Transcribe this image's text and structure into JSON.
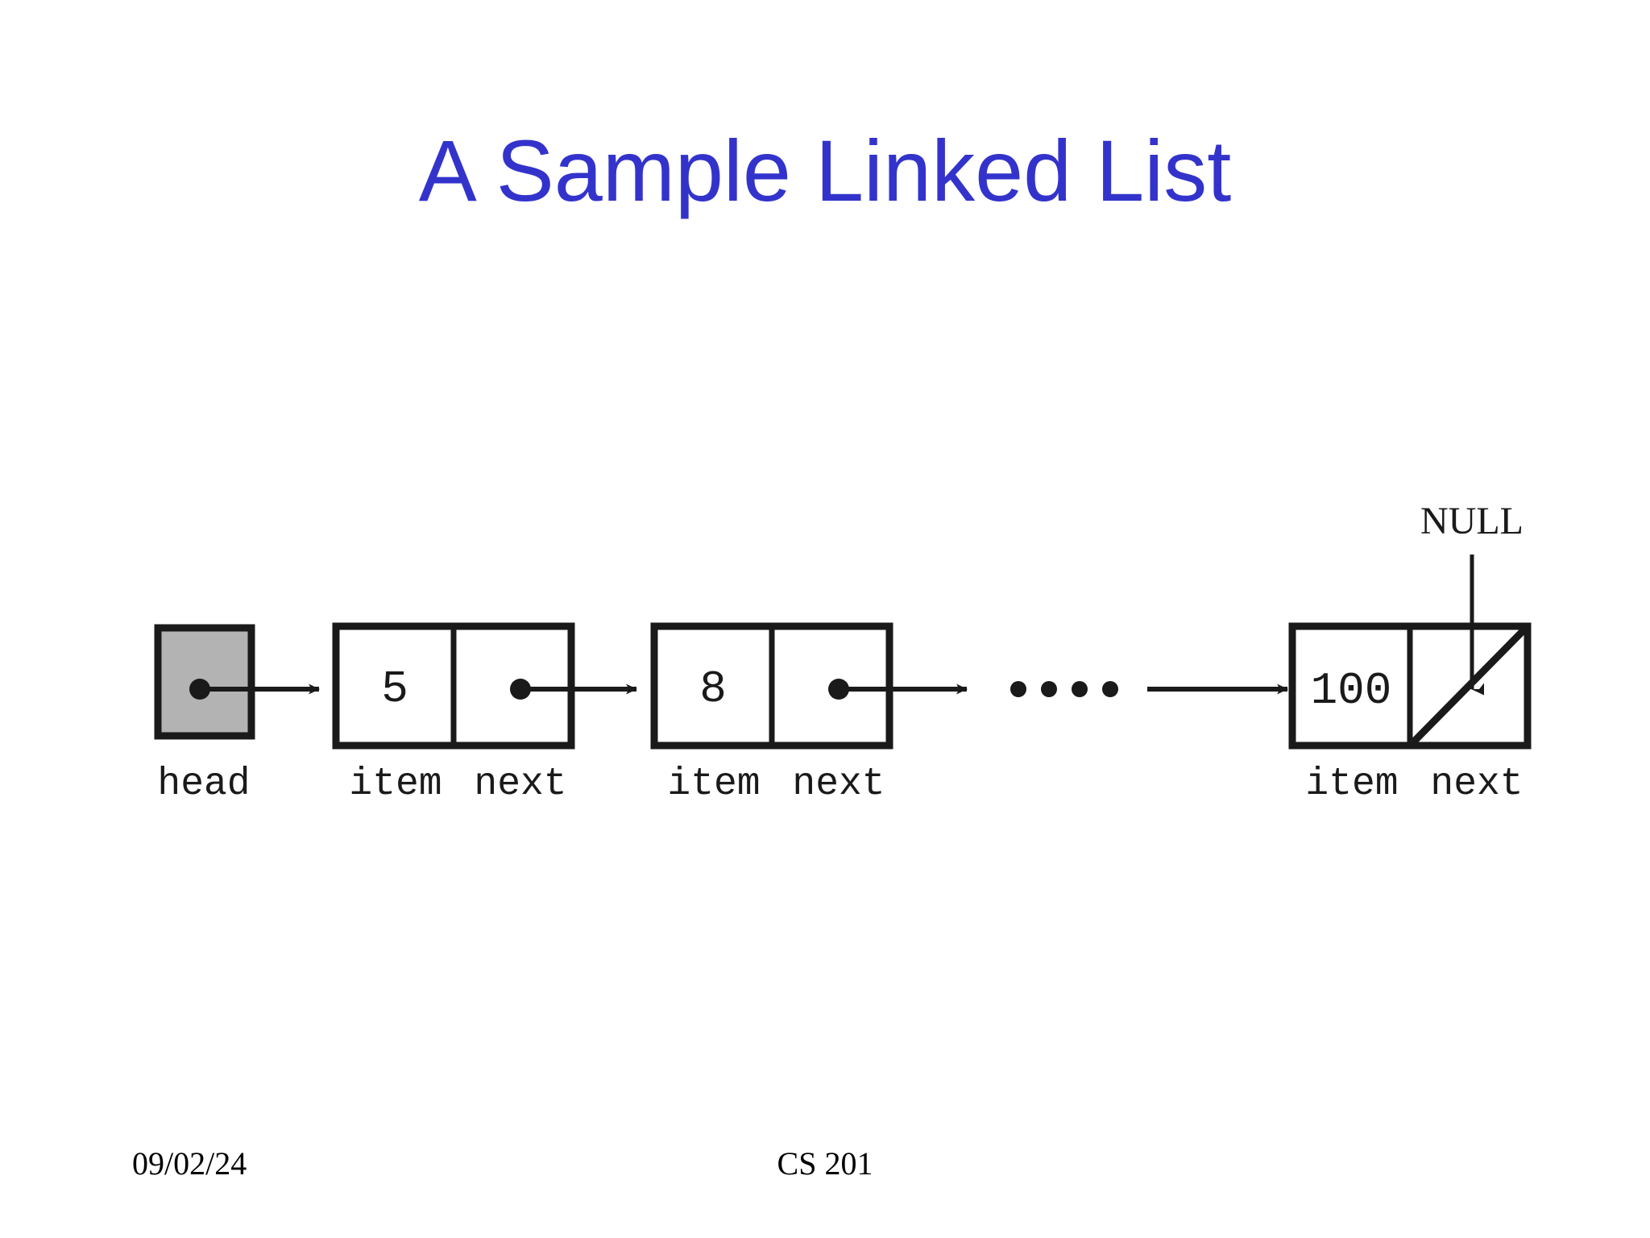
{
  "slide": {
    "title": "A Sample Linked List",
    "title_color": "#3333CC",
    "background_color": "#FFFFFF"
  },
  "diagram": {
    "type": "linked-list",
    "head": {
      "label": "head",
      "fill_color": "#B3B3B3",
      "border_color": "#1A1A1A"
    },
    "nodes": [
      {
        "item_value": "5",
        "item_label": "item",
        "next_label": "next",
        "next_is_null": false
      },
      {
        "item_value": "8",
        "item_label": "item",
        "next_label": "next",
        "next_is_null": false
      },
      {
        "item_value": "100",
        "item_label": "item",
        "next_label": "next",
        "next_is_null": true
      }
    ],
    "ellipsis_dot_count": 4,
    "null_annotation": "NULL",
    "stroke_color": "#1A1A1A"
  },
  "footer": {
    "date": "09/02/24",
    "course": "CS 201"
  }
}
